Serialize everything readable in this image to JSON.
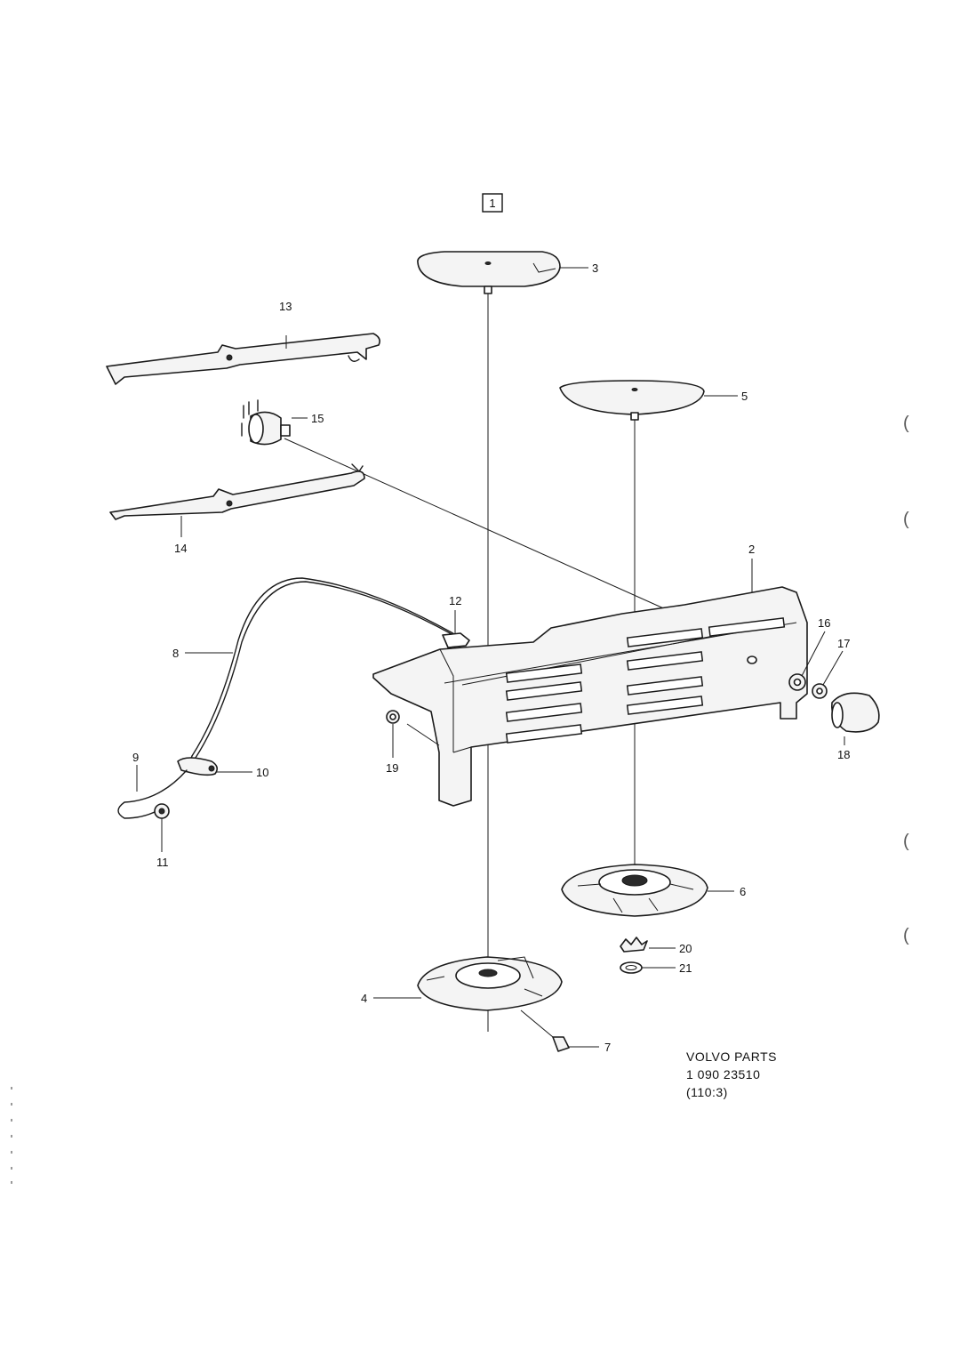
{
  "diagram": {
    "group_box_label": "1",
    "callouts": {
      "c2": "2",
      "c3": "3",
      "c4": "4",
      "c5": "5",
      "c6": "6",
      "c7": "7",
      "c8": "8",
      "c9": "9",
      "c10": "10",
      "c11": "11",
      "c12": "12",
      "c13": "13",
      "c14": "14",
      "c15": "15",
      "c16": "16",
      "c17": "17",
      "c18": "18",
      "c19": "19",
      "c20": "20",
      "c21": "21"
    },
    "footer": {
      "line1": "VOLVO  PARTS",
      "line2": "1 090   23510",
      "line3": "(110:3)"
    },
    "margin_marks": [
      "(",
      "(",
      "(",
      "("
    ]
  }
}
